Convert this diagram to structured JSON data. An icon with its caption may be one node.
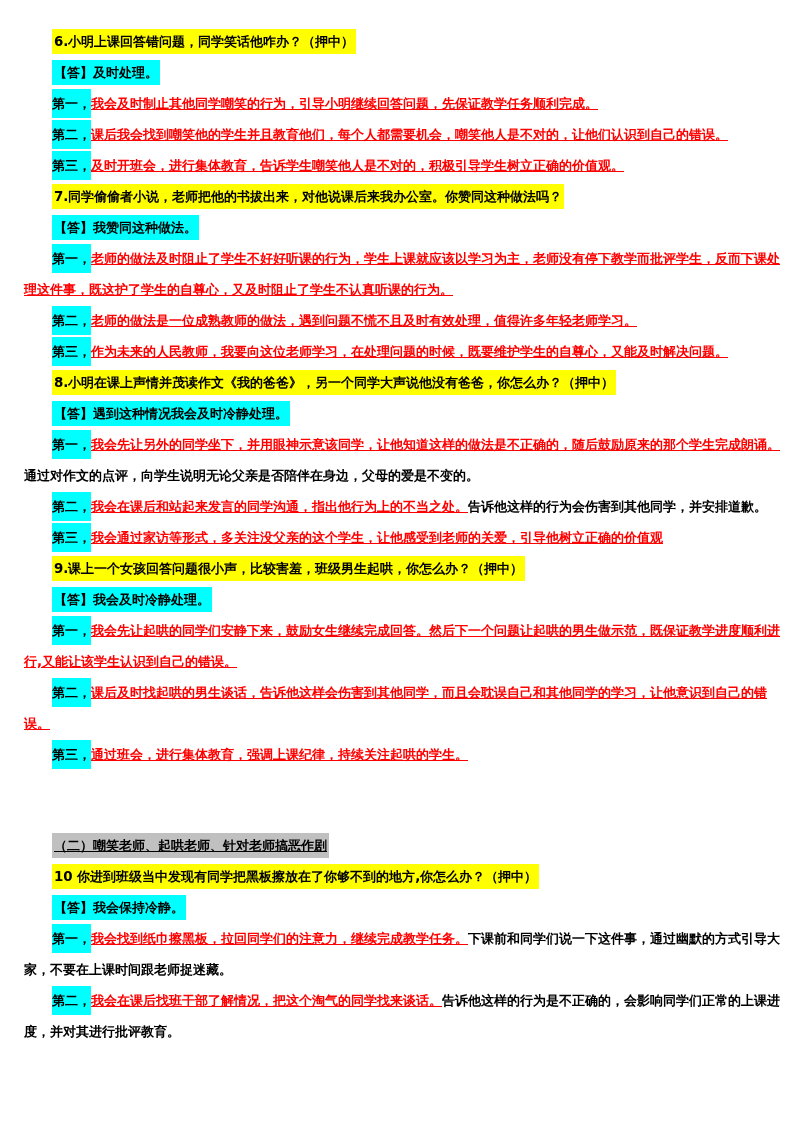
{
  "diagram": {
    "labels": [
      "6.小明上课回答错问题，同学笑话他咋办？（押中）",
      "【答】及时处理。",
      "第一，",
      "我会及时制止其他同学嘲笑的行为，引导小明继续回答问题，先保证教学任务顺利完成。",
      "第二，",
      "课后我会找到嘲笑他的学生并且教育他们，每个人都需要机会，嘲笑他人是不对的，让他们认识到自己的错误。",
      "第三，",
      "及时开班会，进行集体教育，告诉学生嘲笑他人是不对的，积极引导学生树立正确的价值观。",
      "7.同学偷偷者小说，老师把他的书拔出来，对他说课后来我办公室。你赞同这种做法吗？",
      "【答】我赞同这种做法。",
      "第一，",
      "老师的做法及时阻止了学生不好好听课的行为，学生上课就应该以学习为主，老师没有停下教学而批评学生，反而下课处理这件事，既这护了学生的自尊心，又及时阻止了学生不认真听课的行为。",
      "第二，",
      "老师的做法是一位成熟教师的做法，遇到问题不慌不且及时有效处理，值得许多年轻老师学习。",
      "第三，",
      "作为未来的人民教师，我要向这位老师学习，在处理问题的时候，既要维护学生的自尊心，又能及时解决问题。",
      "8.小明在课上声情并茂读作文《我的爸爸》，另一个同学大声说他没有爸爸，你怎么办？（押中）",
      "【答】遇到这种情况我会及时冷静处理。",
      "第一，",
      "我会先让另外的同学坐下，并用眼神示意该同学，让他知道这样的做法是不正确的，随后鼓励原来的那个学生完成朗诵。",
      "通过对作文的点评，向学生说明无论父亲是否陪伴在身边，父母的爱是不变的。",
      "第二，",
      "我会在课后和站起来发言的同学沟通，指出他行为上的不当之处。",
      "告诉他这样的行为会伤害到其他同学，并安排道歉。",
      "第三，",
      "我会通过家访等形式，多关注没父亲的这个学生，让他感受到老师的关爱，引导他树立正确的价值观",
      "9.课上一个女孩回答问题很小声，比较害羞，班级男生起哄，你怎么办？（押中）",
      "【答】我会及时冷静处理。",
      "第一，",
      "我会先让起哄的同学们安静下来，鼓励女生继续完成回答。然后下一个问题让起哄的男生做示范，既保证教学进度顺利进行,又能让该学生认识到自己的错误。",
      "第二，",
      "课后及时找起哄的男生谈话，告诉他这样会伤害到其他同学，而且会耽误自己和其他同学的学习，让他意识到自己的错误。",
      "第三，",
      "通过班会，进行集体教育，强调上课纪律，持续关注起哄的学生。",
      "（二）嘲笑老师、起哄老师、针对老师搞恶作剧",
      "10 你进到班级当中发现有同学把黑板擦放在了你够不到的地方,你怎么办？（押中）",
      "【答】我会保持冷静。",
      "第一，",
      "我会找到纸巾擦黑板，拉回同学们的注意力，继续完成教学任务。",
      "下课前和同学们说一下这件事，通过幽默的方式引导大家，不要在上课时间跟老师捉迷藏。",
      "第二，",
      "我会在课后找班干部了解情况，把这个淘气的同学找来谈话。",
      "告诉他这样的行为是不正确的，会影响同学们正常的上课进度，并对其进行批评教育。"
    ]
  }
}
